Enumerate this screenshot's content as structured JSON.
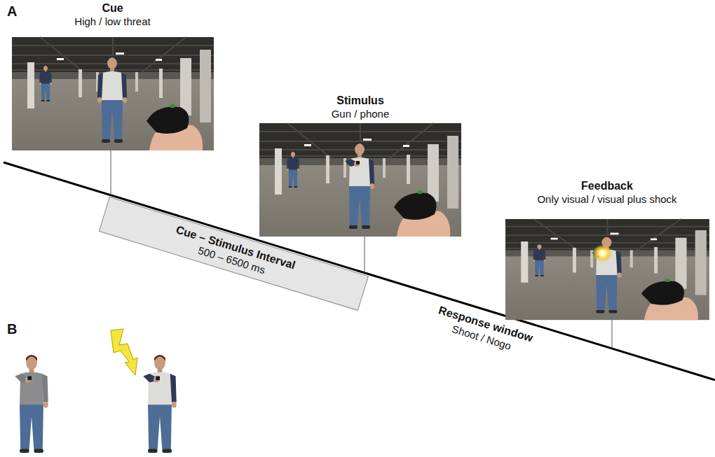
{
  "diagram": {
    "nodes": [
      {
        "text": [
          "Cue",
          "High / low threat"
        ]
      },
      {
        "text": [
          "Stimulus",
          "Gun / phone"
        ]
      },
      {
        "text": [
          "Feedback",
          "Only visual / visual plus shock"
        ]
      },
      {
        "text": [
          "Cue – Stimulus Interval",
          "500 – 6500 ms"
        ]
      }
    ],
    "labels": [
      "A",
      "B",
      "Response window",
      "Shoot / Nogo"
    ]
  }
}
